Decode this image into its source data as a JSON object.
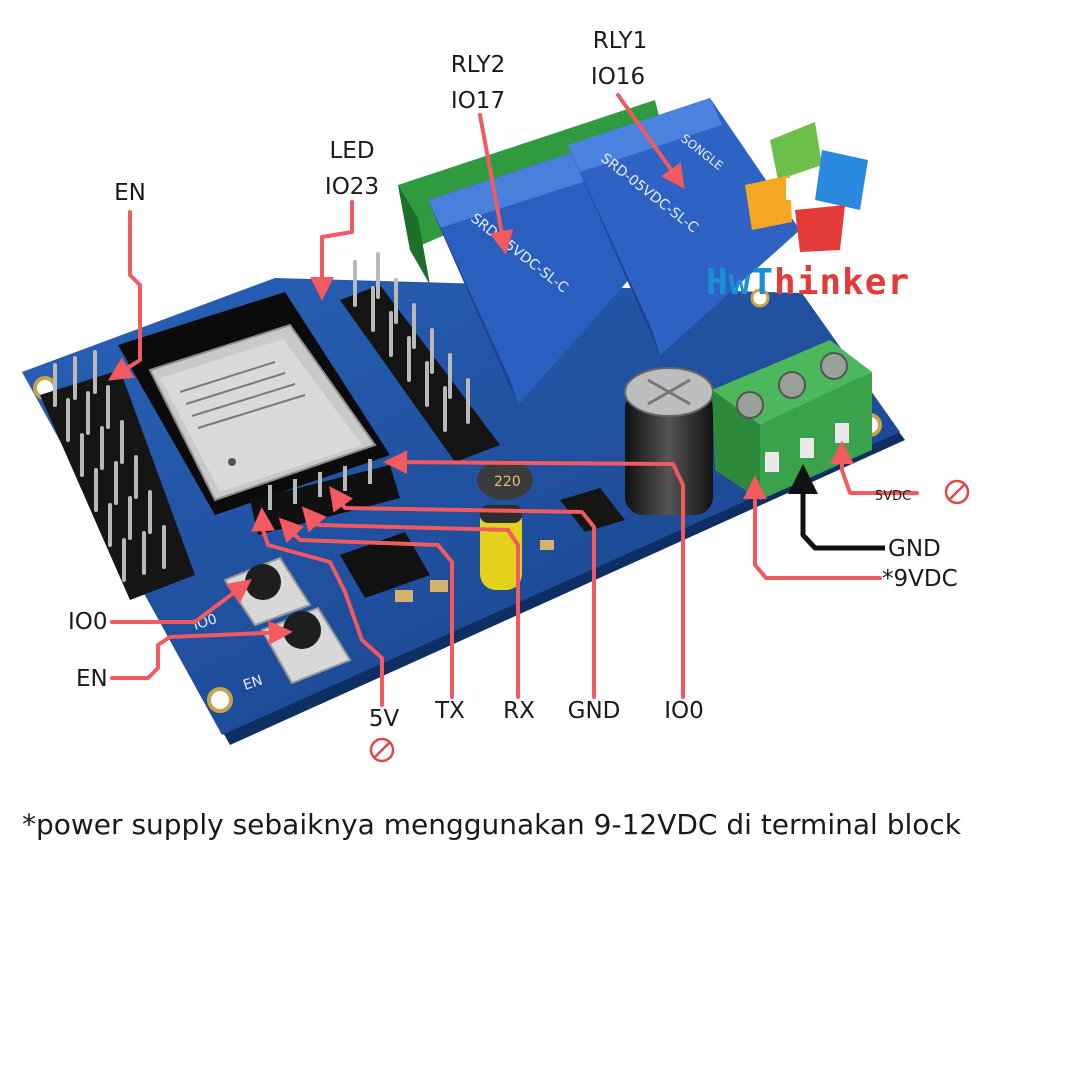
{
  "brand": {
    "part1": "HwT",
    "part2": "hinker"
  },
  "labels": {
    "rly1_name": "RLY1",
    "rly1_pin": "IO16",
    "rly2_name": "RLY2",
    "rly2_pin": "IO17",
    "led_name": "LED",
    "led_pin": "IO23",
    "en_top": "EN",
    "io0_left": "IO0",
    "en_left": "EN",
    "bottom": [
      "5V",
      "TX",
      "RX",
      "GND",
      "IO0"
    ],
    "terminal_5v": "5VDC",
    "terminal_gnd": "GND",
    "terminal_9v": "*9VDC"
  },
  "pcb_marks": {
    "relay_text": "SRD-05VDC-SL-C",
    "relay_brand": "SONGLE",
    "cap_text": "220",
    "silk_io0": "IO0",
    "silk_en": "EN"
  },
  "note": "*power supply sebaiknya menggunakan 9-12VDC di terminal block",
  "colors": {
    "arrow_red": "#f15a5f",
    "arrow_black": "#111111",
    "pcb_blue": "#1d4f9e",
    "terminal_green": "#3aa24a",
    "relay_blue": "#2e63c4"
  }
}
